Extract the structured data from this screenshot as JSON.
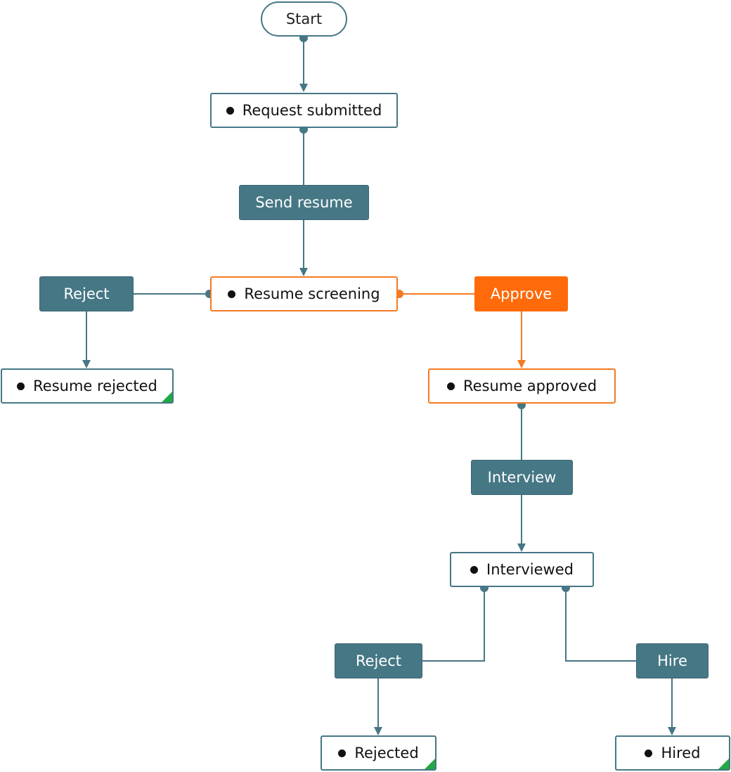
{
  "colors": {
    "edge": "#467785",
    "highlight_edge": "#f47a22",
    "action_fill": "#467785",
    "highlight_action_fill": "#ff6a0a",
    "final_marker": "#22a844"
  },
  "nodes": {
    "start": "Start",
    "request_submitted": "Request submitted",
    "send_resume": "Send resume",
    "resume_screening": "Resume screening",
    "reject_screening": "Reject",
    "approve": "Approve",
    "resume_rejected": "Resume rejected",
    "resume_approved": "Resume approved",
    "interview": "Interview",
    "interviewed": "Interviewed",
    "reject_interview": "Reject",
    "hire": "Hire",
    "rejected": "Rejected",
    "hired": "Hired"
  }
}
